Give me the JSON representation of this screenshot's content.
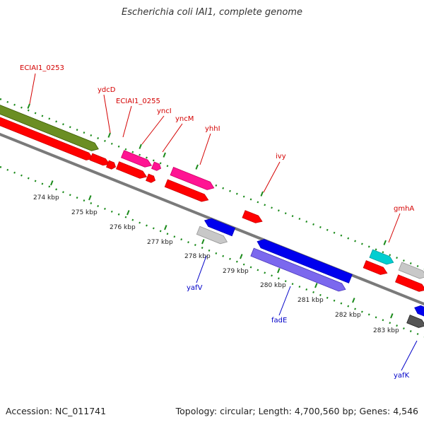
{
  "title": "Escherichia coli IAI1, complete genome",
  "footer": {
    "accession": "Accession: NC_011741",
    "topology": "Topology: circular; Length: 4,700,560 bp; Genes: 4,546"
  },
  "colors": {
    "backbone": "#7a7a7a",
    "tick_green": "#1a8a1a",
    "label_red": "#d40000",
    "label_blue": "#0000c8"
  },
  "kbp_labels": [
    "274 kbp",
    "275 kbp",
    "276 kbp",
    "277 kbp",
    "278 kbp",
    "279 kbp",
    "280 kbp",
    "281 kbp",
    "282 kbp",
    "283 kbp"
  ],
  "gene_labels": [
    {
      "text": "ECIAI1_0253",
      "color": "red"
    },
    {
      "text": "ydcD",
      "color": "red"
    },
    {
      "text": "ECIAI1_0255",
      "color": "red"
    },
    {
      "text": "yncI",
      "color": "red"
    },
    {
      "text": "yncM",
      "color": "red"
    },
    {
      "text": "yhhI",
      "color": "red"
    },
    {
      "text": "ivy",
      "color": "red"
    },
    {
      "text": "gmhA",
      "color": "red"
    },
    {
      "text": "yafV",
      "color": "blue"
    },
    {
      "text": "fadE",
      "color": "blue"
    },
    {
      "text": "yafK",
      "color": "blue"
    }
  ],
  "features": [
    {
      "name": "olive-gene",
      "color": "#6b8e23"
    },
    {
      "name": "red-cds-a",
      "color": "#ff0000"
    },
    {
      "name": "red-cds-b",
      "color": "#ff0000"
    },
    {
      "name": "red-cds-c",
      "color": "#ff0000"
    },
    {
      "name": "pink-gene-a",
      "color": "#ff1493"
    },
    {
      "name": "pink-gene-b",
      "color": "#ff1493"
    },
    {
      "name": "pink-gene-c",
      "color": "#ff1493"
    },
    {
      "name": "red-cds-d",
      "color": "#ff0000"
    },
    {
      "name": "red-cds-e",
      "color": "#ff0000"
    },
    {
      "name": "red-cds-ivy",
      "color": "#ff0000"
    },
    {
      "name": "blue-gene-yafv",
      "color": "#0000ee"
    },
    {
      "name": "gray-cds-yafv",
      "color": "#c8c8c8"
    },
    {
      "name": "blue-gene-fade",
      "color": "#0000ee"
    },
    {
      "name": "purple-cds-fade",
      "color": "#7b68ee"
    },
    {
      "name": "cyan-gene-gmha",
      "color": "#00ced1"
    },
    {
      "name": "red-cds-gmha",
      "color": "#ff0000"
    },
    {
      "name": "gray-cds-right",
      "color": "#c8c8c8"
    },
    {
      "name": "red-cds-right",
      "color": "#ff0000"
    },
    {
      "name": "blue-gene-yafk",
      "color": "#0000ee"
    },
    {
      "name": "dark-gray-cds-yafk",
      "color": "#555555"
    }
  ]
}
